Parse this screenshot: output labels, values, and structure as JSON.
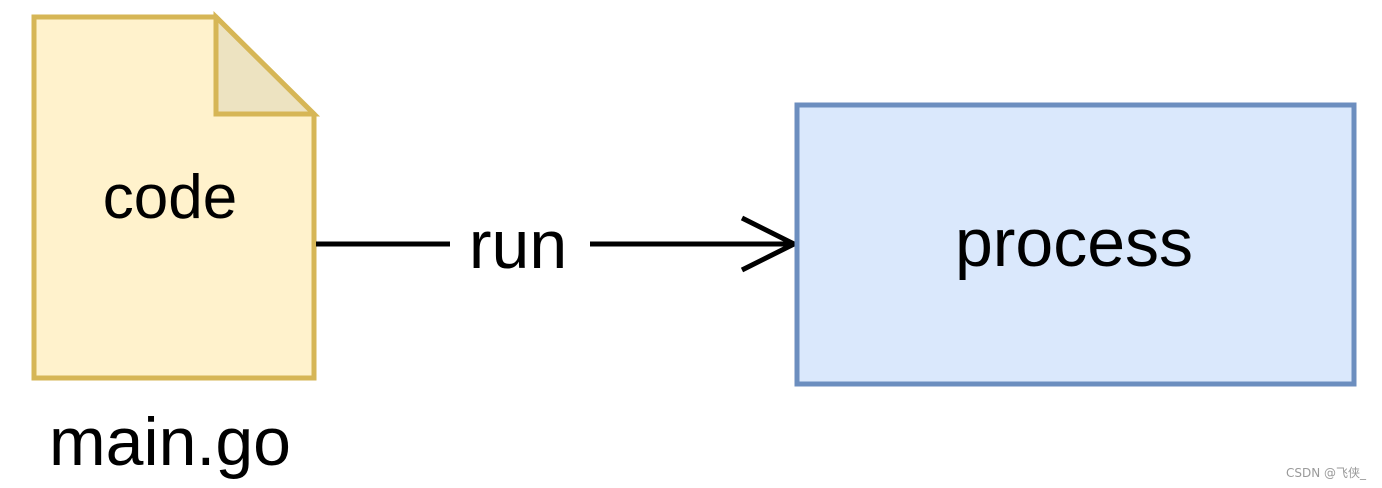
{
  "file_node": {
    "content_label": "code",
    "filename": "main.go",
    "fill_color": "#fff2cc",
    "fold_color": "#ede3c1",
    "stroke_color": "#d6b656"
  },
  "edge": {
    "label": "run",
    "color": "#000000"
  },
  "process_node": {
    "label": "process",
    "fill_color": "#dae8fc",
    "stroke_color": "#6c8ebf"
  },
  "watermark": {
    "text": "CSDN @飞侠_"
  }
}
